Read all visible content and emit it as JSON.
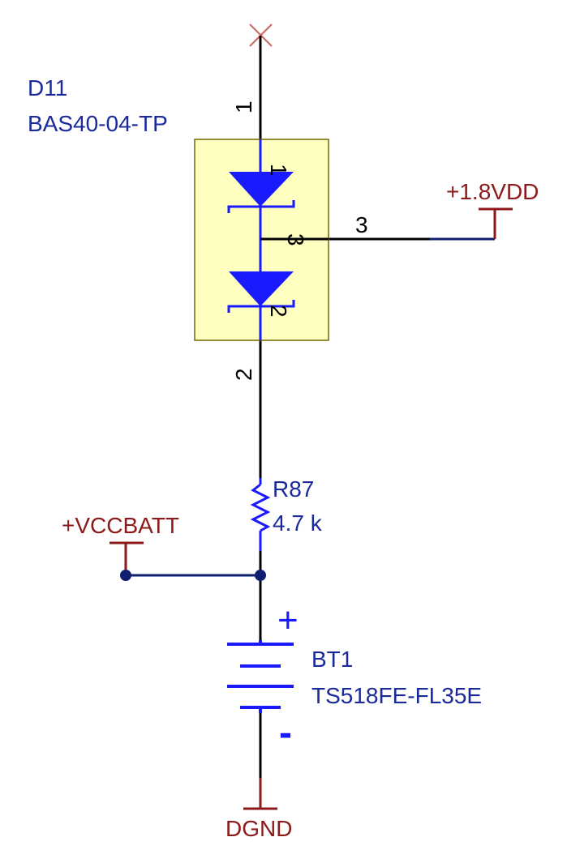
{
  "colors": {
    "wire": "#000000",
    "component": "#1a1aff",
    "component_fill": "#ffffc0",
    "component_border": "#6b6b00",
    "net_label": "#8b1a1a",
    "ref_text": "#1a2a9a",
    "junction": "#0d1f6e",
    "no_connect": "#cc6666"
  },
  "d11": {
    "ref": "D11",
    "value": "BAS40-04-TP",
    "pin1": "1",
    "pin1_inner": "1",
    "pin2": "2",
    "pin2_inner": "2",
    "pin3": "3",
    "pin3_inner": "3"
  },
  "r87": {
    "ref": "R87",
    "value": "4.7 k"
  },
  "bt1": {
    "ref": "BT1",
    "value": "TS518FE-FL35E",
    "plus": "+",
    "minus": "-"
  },
  "nets": {
    "vdd": "+1.8VDD",
    "vccbatt": "+VCCBATT",
    "gnd": "DGND"
  }
}
